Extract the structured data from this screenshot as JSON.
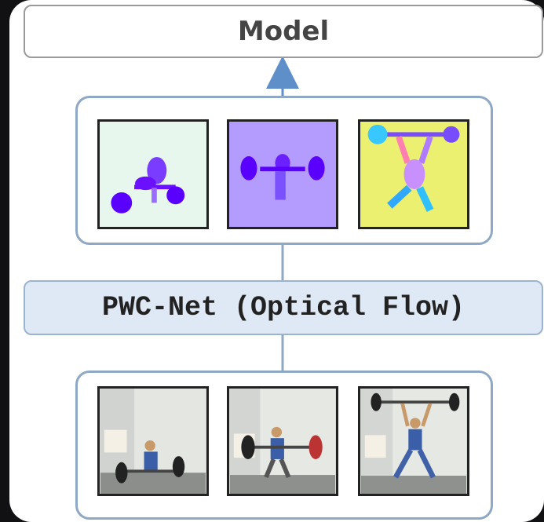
{
  "model_label": "Model",
  "network_label": "PWC-Net (Optical Flow)",
  "flow_frames": [
    {
      "name": "flow-frame-1",
      "background": "#e8f7ee",
      "blob": "#6a00ff"
    },
    {
      "name": "flow-frame-2",
      "background": "#b49cff",
      "blob": "#5a00ff"
    },
    {
      "name": "flow-frame-3",
      "background": "#ecf070",
      "blob": "#2aa6ff"
    }
  ],
  "video_frames": [
    {
      "name": "video-frame-1"
    },
    {
      "name": "video-frame-2"
    },
    {
      "name": "video-frame-3"
    }
  ],
  "colors": {
    "connector": "#5f8fc8",
    "group_border": "#8fa8c4",
    "network_fill": "#dfe9f5"
  }
}
